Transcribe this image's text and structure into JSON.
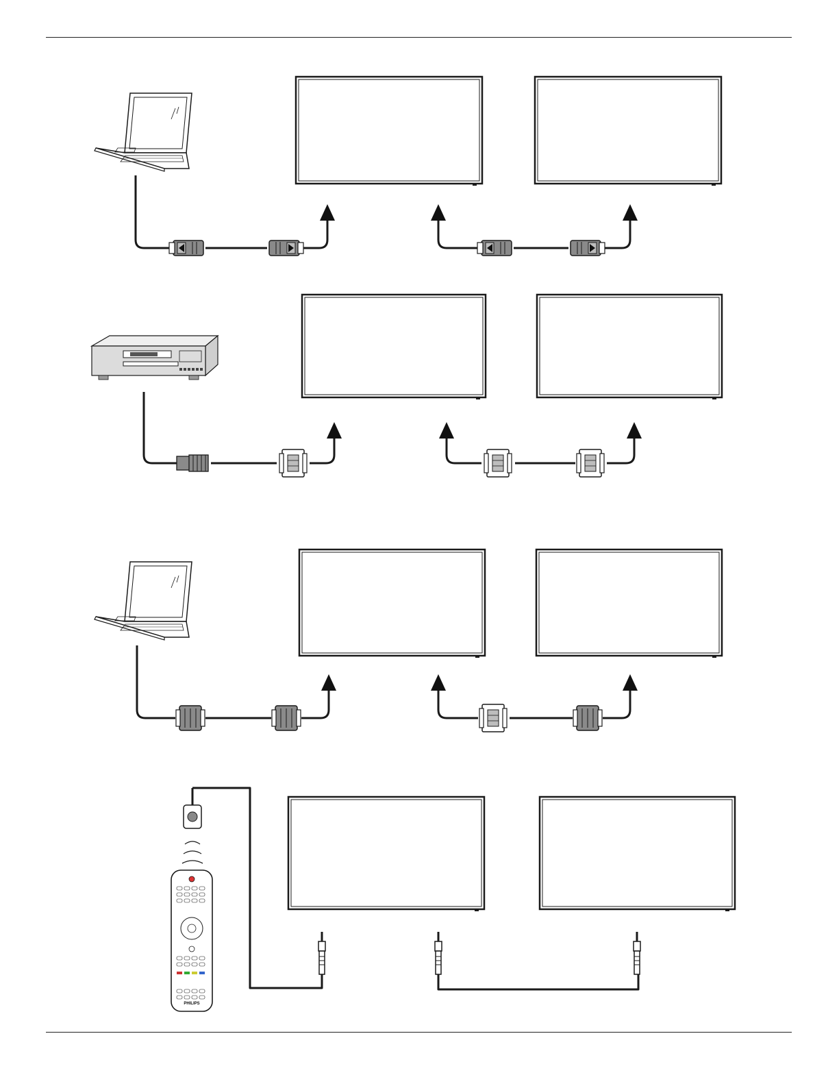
{
  "remote": {
    "brand": "PHILIPS"
  },
  "colors": {
    "line": "#1a1a1a",
    "connector": "#8a8a8a",
    "device": "#d9d9d9"
  },
  "rows": [
    {
      "name": "displayport-daisy-chain",
      "source_icon": "laptop-icon",
      "connector": "displayport-connector"
    },
    {
      "name": "dvi-daisy-chain",
      "source_icon": "dvd-player-icon",
      "connector": "dvi-connector"
    },
    {
      "name": "vga-daisy-chain",
      "source_icon": "laptop-icon",
      "connector": "vga-connector"
    },
    {
      "name": "ir-daisy-chain",
      "source_icon": "remote-control-icon",
      "connector": "audio-jack-connector"
    }
  ]
}
